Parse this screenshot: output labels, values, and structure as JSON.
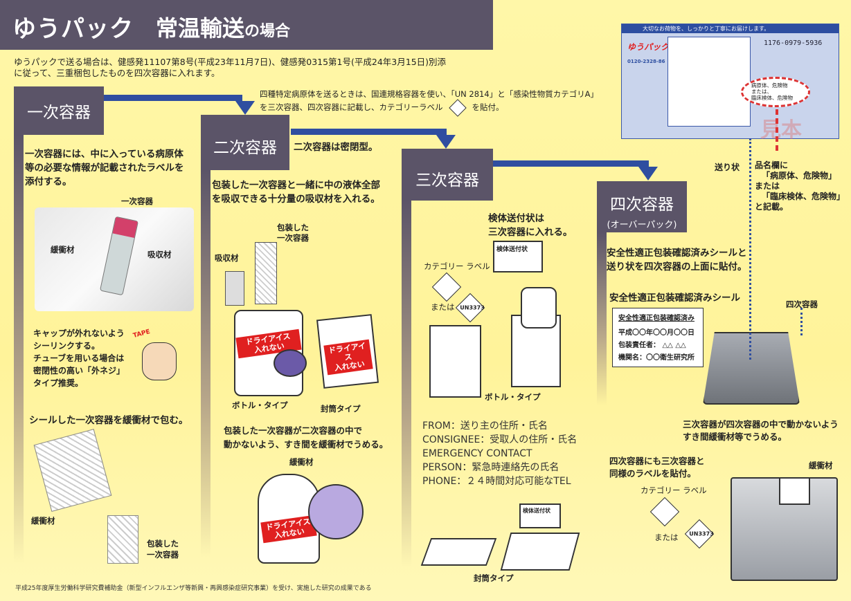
{
  "header": {
    "title_main": "ゆうパック",
    "title_sub": "常温輸送",
    "title_suffix": "の場合"
  },
  "intro": [
    "ゆうパックで送る場合は、健感発11107第8号(平成23年11月7日)、健感発0315第1号(平成24年3月15日)別添",
    "に従って、三重梱包したものを四次容器に入れます。"
  ],
  "un_note": [
    "四種特定病原体を送るときは、国連規格容器を使い、「UN 2814」と「感染性物質カテゴリA」",
    "を三次容器、四次容器に記載し、カテゴリーラベル",
    "を貼付。"
  ],
  "primary": {
    "heading": "一次容器",
    "desc": [
      "一次容器には、中に入っている病原体",
      "等の必要な情報が記載されたラベルを",
      "添付する。"
    ],
    "labels": {
      "container": "一次容器",
      "cushion": "緩衝材",
      "absorbent": "吸収材"
    },
    "cap_note": [
      "キャップが外れないよう",
      "シーリンクする。",
      "チューブを用いる場合は",
      "密閉性の高い「外ネジ」",
      "タイプ推奨。"
    ],
    "tape": "TAPE",
    "seal_note": "シールした一次容器を緩衝材で包む。",
    "cushion2": "緩衝材",
    "wrapped": [
      "包装した",
      "一次容器"
    ]
  },
  "secondary": {
    "heading": "二次容器",
    "sealed": "二次容器は密閉型。",
    "desc": [
      "包装した一次容器と一緒に中の液体全部",
      "を吸収できる十分量の吸収材を入れる。"
    ],
    "absorbent": "吸収材",
    "wrapped": [
      "包装した",
      "一次容器"
    ],
    "dry_ice": [
      "ドライアイス",
      "入れない"
    ],
    "bottle_type": "ボトル・タイプ",
    "envelope_type": "封筒タイプ",
    "gap_note": [
      "包装した一次容器が二次容器の中で",
      "動かないよう、すき間を緩衝材でうめる。"
    ],
    "cushion": "緩衝材"
  },
  "tertiary": {
    "heading": "三次容器",
    "desc": [
      "検体送付状は",
      "三次容器に入れる。"
    ],
    "form": "検体送付状",
    "category_label": "カテゴリー ラベル",
    "or": "または",
    "un": "UN3373",
    "bottle_type": "ボトル・タイプ",
    "envelope_type": "封筒タイプ",
    "contact": [
      "FROM：送り主の住所・氏名",
      "CONSIGNEE：受取人の住所・氏名",
      "EMERGENCY CONTACT",
      "PERSON：緊急時連絡先の氏名",
      "PHONE：２４時間対応可能なTEL"
    ],
    "form2": "検体送付状"
  },
  "quaternary": {
    "heading": "四次容器",
    "sub": "(オーバーパック)",
    "desc": [
      "安全性適正包装確認済みシールと",
      "送り状を四次容器の上面に貼付。"
    ],
    "seal_title": "安全性適正包装確認済みシール",
    "seal": {
      "title": "安全性適正包装確認済み",
      "date": "平成〇〇年〇〇月〇〇日",
      "person": "包装責任者：  △△  △△",
      "org": "機関名：〇〇衛生研究所"
    },
    "container_label": "四次容器",
    "fill_note": [
      "三次容器が四次容器の中で動かないよう",
      "すき間緩衝材等でうめる。"
    ],
    "label_note": [
      "四次容器にも三次容器と",
      "同様のラベルを貼付。"
    ],
    "cushion": "緩衝材",
    "category_label": "カテゴリー ラベル",
    "or": "または",
    "un": "UN3373"
  },
  "waybill": {
    "banner": "大切なお荷物を、しっかりと丁寧にお届けします。",
    "brand": "ゆうパック",
    "number": "1176-0979-5936",
    "phone": "0120-2328-86",
    "item_field": [
      "病原体、危険物",
      "または、",
      "臨床検体、危険物"
    ],
    "sample": "見本",
    "label": "送り状",
    "instruction": [
      "品名欄に",
      "「病原体、危険物」",
      "または",
      "「臨床検体、危険物」",
      "と記載。"
    ]
  },
  "footer": "平成25年度厚生労働科学研究費補助金（新型インフルエンザ等新興・再興感染症研究事業）を受け、実施した研究の成果である",
  "colors": {
    "header": "#5b5468",
    "arrow": "#2f4ea0",
    "background": "#fff39a",
    "accent_red": "#e02020"
  }
}
